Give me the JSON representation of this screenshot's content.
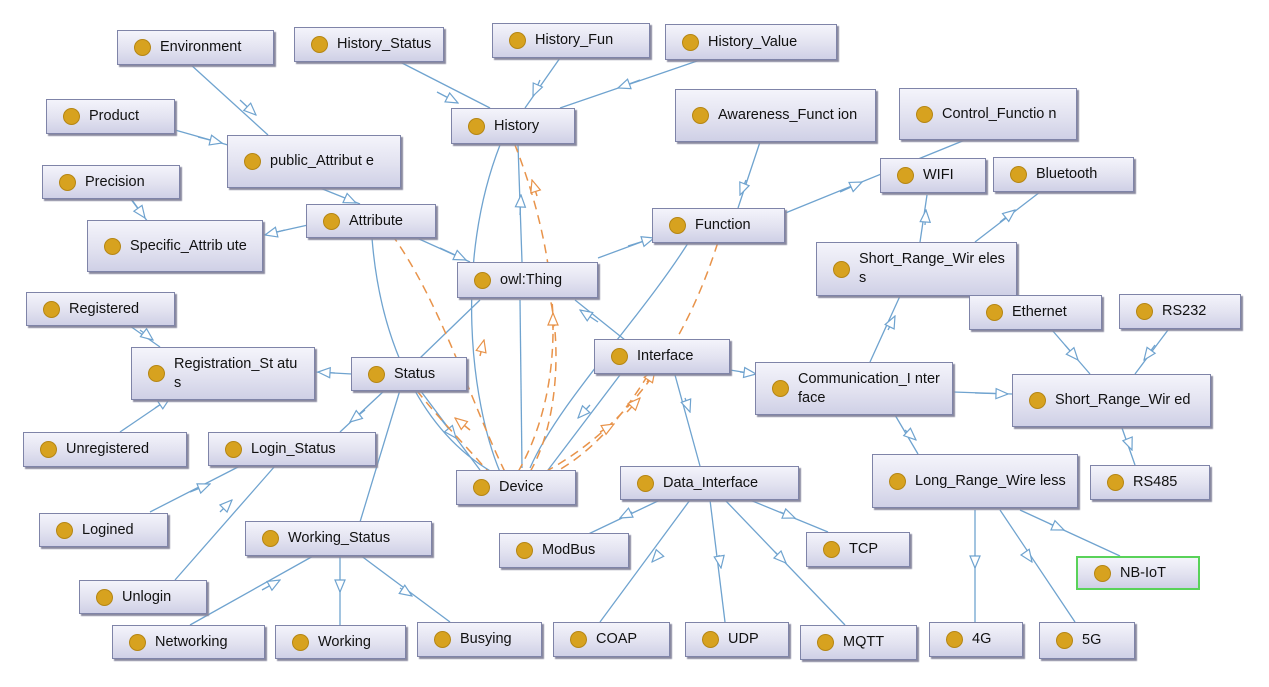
{
  "colors": {
    "subclass_edge": "#6fa3cf",
    "relation_edge": "#e8934a",
    "dot": "#d7a21f",
    "selected_border": "#59d259"
  },
  "icons": {
    "class": "class-dot-icon"
  },
  "nodes": {
    "environment": {
      "label": "Environment"
    },
    "history_status": {
      "label": "History_Status"
    },
    "history_fun": {
      "label": "History_Fun"
    },
    "history_value": {
      "label": "History_Value"
    },
    "product": {
      "label": "Product"
    },
    "public_attribute": {
      "label": "public_Attribut e"
    },
    "history": {
      "label": "History"
    },
    "awareness_function": {
      "label": "Awareness_Funct ion"
    },
    "control_function": {
      "label": "Control_Functio n"
    },
    "precision": {
      "label": "Precision"
    },
    "attribute": {
      "label": "Attribute"
    },
    "specific_attribute": {
      "label": "Specific_Attrib ute"
    },
    "function": {
      "label": "Function"
    },
    "wifi": {
      "label": "WIFI"
    },
    "bluetooth": {
      "label": "Bluetooth"
    },
    "owl_thing": {
      "label": "owl:Thing"
    },
    "short_range_wireless": {
      "label": "Short_Range_Wir eless"
    },
    "registered": {
      "label": "Registered"
    },
    "ethernet": {
      "label": "Ethernet"
    },
    "rs232": {
      "label": "RS232"
    },
    "interface": {
      "label": "Interface"
    },
    "registration_status": {
      "label": "Registration_St atus"
    },
    "status": {
      "label": "Status"
    },
    "communication_interface": {
      "label": "Communication_I nterface"
    },
    "short_range_wired": {
      "label": "Short_Range_Wir ed"
    },
    "unregistered": {
      "label": "Unregistered"
    },
    "login_status": {
      "label": "Login_Status"
    },
    "long_range_wireless": {
      "label": "Long_Range_Wire less"
    },
    "device": {
      "label": "Device"
    },
    "data_interface": {
      "label": "Data_Interface"
    },
    "rs485": {
      "label": "RS485"
    },
    "logined": {
      "label": "Logined"
    },
    "working_status": {
      "label": "Working_Status"
    },
    "modbus": {
      "label": "ModBus"
    },
    "tcp": {
      "label": "TCP"
    },
    "nb_iot": {
      "label": "NB-IoT"
    },
    "unlogin": {
      "label": "Unlogin"
    },
    "networking": {
      "label": "Networking"
    },
    "working": {
      "label": "Working"
    },
    "busying": {
      "label": "Busying"
    },
    "coap": {
      "label": "COAP"
    },
    "udp": {
      "label": "UDP"
    },
    "mqtt": {
      "label": "MQTT"
    },
    "g4": {
      "label": "4G"
    },
    "g5": {
      "label": "5G"
    }
  }
}
